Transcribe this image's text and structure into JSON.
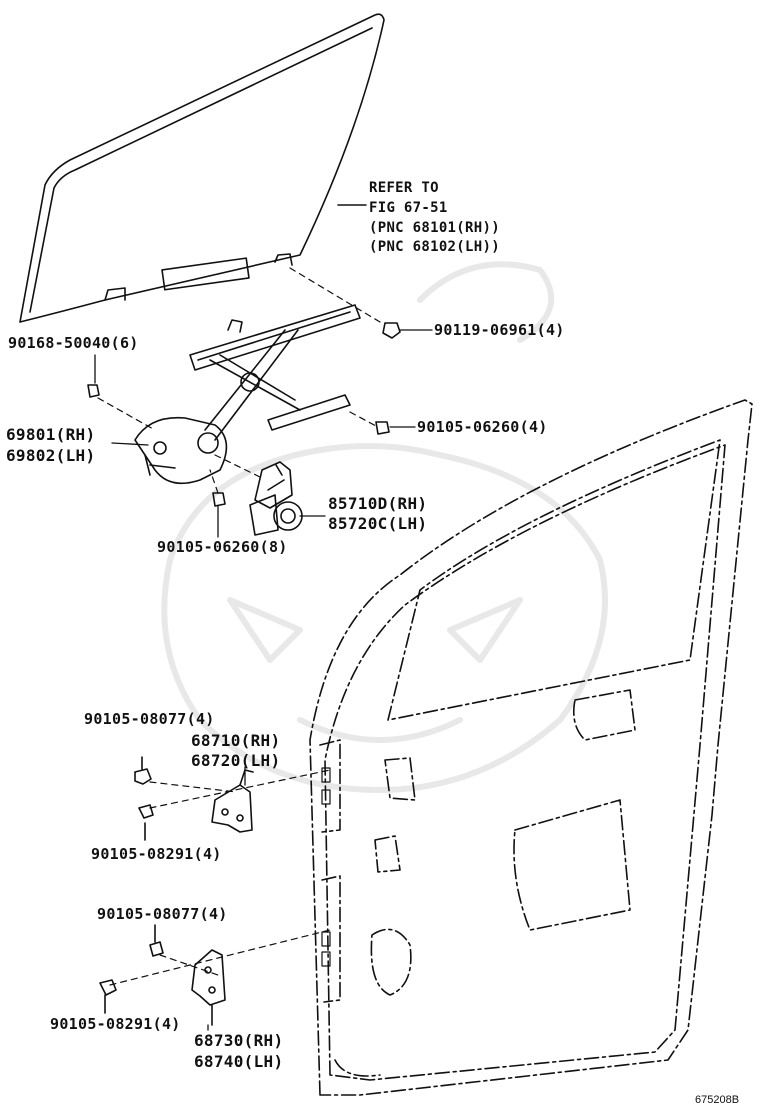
{
  "refer_note": {
    "line1": "REFER TO",
    "line2": "FIG 67-51",
    "line3": "(PNC 68101(RH))",
    "line4": "(PNC 68102(LH))"
  },
  "parts": {
    "p90119": "90119-06961(4)",
    "p90168": "90168-50040(6)",
    "p90105_top": "90105-06260(4)",
    "regulator_rh": "69801(RH)",
    "regulator_lh": "69802(LH)",
    "motor_rh": "85710D(RH)",
    "motor_lh": "85720C(LH)",
    "p90105_mid": "90105-06260(8)",
    "upper_hinge_bolt_a": "90105-08077(4)",
    "upper_hinge_rh": "68710(RH)",
    "upper_hinge_lh": "68720(LH)",
    "upper_hinge_bolt_b": "90105-08291(4)",
    "lower_hinge_bolt_a": "90105-08077(4)",
    "lower_hinge_bolt_b": "90105-08291(4)",
    "lower_hinge_rh": "68730(RH)",
    "lower_hinge_lh": "68740(LH)"
  },
  "figure_id": "675208B",
  "colors": {
    "ink": "#111111",
    "watermark": "#e6e6e6"
  }
}
